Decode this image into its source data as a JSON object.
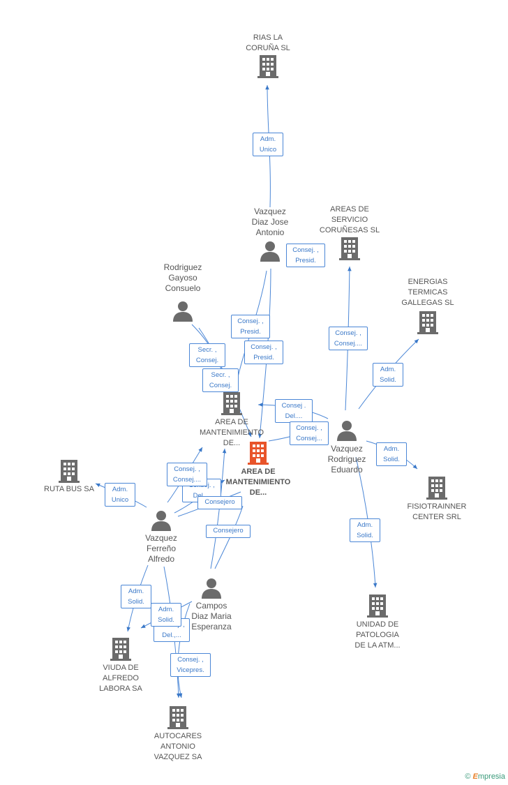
{
  "nodes": [
    {
      "id": "rias",
      "type": "company",
      "label": "RIAS LA\nCORUÑA SL"
    },
    {
      "id": "vazquez_diaz",
      "type": "person",
      "label": "Vazquez\nDiaz Jose\nAntonio"
    },
    {
      "id": "areas_servicio",
      "type": "company",
      "label": "AREAS DE\nSERVICIO\nCORUÑESAS SL"
    },
    {
      "id": "energias",
      "type": "company",
      "label": "ENERGIAS\nTERMICAS\nGALLEGAS  SL"
    },
    {
      "id": "rodriguez",
      "type": "person",
      "label": "Rodriguez\nGayoso\nConsuelo"
    },
    {
      "id": "area_mant_gray",
      "type": "company",
      "label": "AREA DE\nMANTENIMIENTO\nDE..."
    },
    {
      "id": "area_mant_main",
      "type": "company_main",
      "label": "AREA DE\nMANTENIMIENTO\nDE..."
    },
    {
      "id": "vazquez_rodriguez",
      "type": "person",
      "label": "Vazquez\nRodriguez\nEduardo"
    },
    {
      "id": "ruta_bus",
      "type": "company",
      "label": "RUTA BUS SA"
    },
    {
      "id": "fisiotrainner",
      "type": "company",
      "label": "FISIOTRAINNER\nCENTER SRL"
    },
    {
      "id": "vazquez_ferreno",
      "type": "person",
      "label": "Vazquez\nFerreño\nAlfredo"
    },
    {
      "id": "campos",
      "type": "person",
      "label": "Campos\nDiaz Maria\nEsperanza"
    },
    {
      "id": "unidad",
      "type": "company",
      "label": "UNIDAD DE\nPATOLOGIA\nDE LA ATM..."
    },
    {
      "id": "viuda",
      "type": "company",
      "label": "VIUDA DE\nALFREDO\nLABORA SA"
    },
    {
      "id": "autocares",
      "type": "company",
      "label": "AUTOCARES\nANTONIO\nVAZQUEZ SA"
    }
  ],
  "badges": [
    {
      "id": "b1",
      "text": "Adm.\nUnico"
    },
    {
      "id": "b2",
      "text": "Consej. ,\nPresid."
    },
    {
      "id": "b3",
      "text": "Consej. ,\nPresid."
    },
    {
      "id": "b4",
      "text": "Consej. ,\nPresid."
    },
    {
      "id": "b5",
      "text": "Secr. ,\nConsej."
    },
    {
      "id": "b6",
      "text": "Secr. ,\nConsej."
    },
    {
      "id": "b7",
      "text": "Consej. ,\nConsej...."
    },
    {
      "id": "b8",
      "text": "Adm.\nSolid."
    },
    {
      "id": "b9",
      "text": "Consej .\nDel...."
    },
    {
      "id": "b10",
      "text": "Consej. ,\nConsej..."
    },
    {
      "id": "b11",
      "text": "Adm.\nSolid."
    },
    {
      "id": "b12",
      "text": "Adm.\nSolid."
    },
    {
      "id": "b13",
      "text": "Adm.\nUnico"
    },
    {
      "id": "b14",
      "text": "Consej. ,\nDel...."
    },
    {
      "id": "b15",
      "text": "Consej. ,\nConsej...."
    },
    {
      "id": "b16",
      "text": "Consejero"
    },
    {
      "id": "b17",
      "text": "Consejero"
    },
    {
      "id": "b18",
      "text": "Adm.\nSolid."
    },
    {
      "id": "b19",
      "text": "Consej. ,\nDel.,..."
    },
    {
      "id": "b20",
      "text": "Adm.\nSolid."
    },
    {
      "id": "b21",
      "text": "Consej. ,\nVicepres."
    }
  ],
  "colors": {
    "edge": "#3a78c8",
    "icon": "#6b6b6b",
    "main": "#e8542a"
  },
  "brand": {
    "symbol": "©",
    "e": "E",
    "rest": "mpresia"
  }
}
